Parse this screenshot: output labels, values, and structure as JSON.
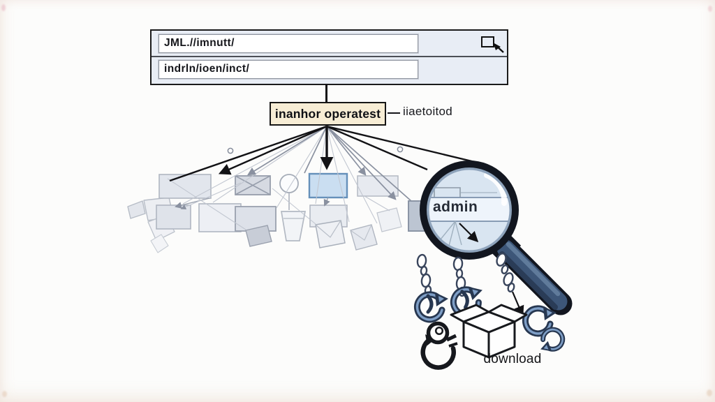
{
  "illustration": "website-structure-search-with-magnifier-and-anchor-chains",
  "browser_panel": {
    "url_field_1": {
      "value": "JML.//imnutt/"
    },
    "url_field_2": {
      "value": "indrln/ioen/inct/"
    },
    "select_icon": "square-cursor-icon"
  },
  "operator_box": {
    "label": "inanhor operatest",
    "annotation": "iiaetoitod"
  },
  "magnifier": {
    "lens_label": "admin"
  },
  "bottom_icons": {
    "package_label": "download",
    "items": [
      "anchor-hook-icon",
      "anchor-hook-icon",
      "key-icon",
      "package-icon",
      "circular-arrows-icon"
    ]
  },
  "tree": {
    "highlighted_node": "blue-rect",
    "node_shapes_row1": [
      "rect",
      "crossed-rect",
      "circle",
      "highlighted-rect",
      "rect",
      "rect"
    ],
    "node_shapes_row2": [
      "polygon-cluster",
      "rect",
      "rect-pair",
      "bucket",
      "rect",
      "envelopes"
    ]
  },
  "colors": {
    "panel_bg": "#e8edf5",
    "operator_bg": "#f7edd5",
    "highlight_node": "#cadef1",
    "highlight_node_border": "#6590ba",
    "magnifier_rim": "#12161f",
    "magnifier_lens": "#d9e5f1",
    "handle": "#3d5678",
    "accent_blue_dark": "#273750",
    "accent_blue_light": "#7e9ec6"
  }
}
